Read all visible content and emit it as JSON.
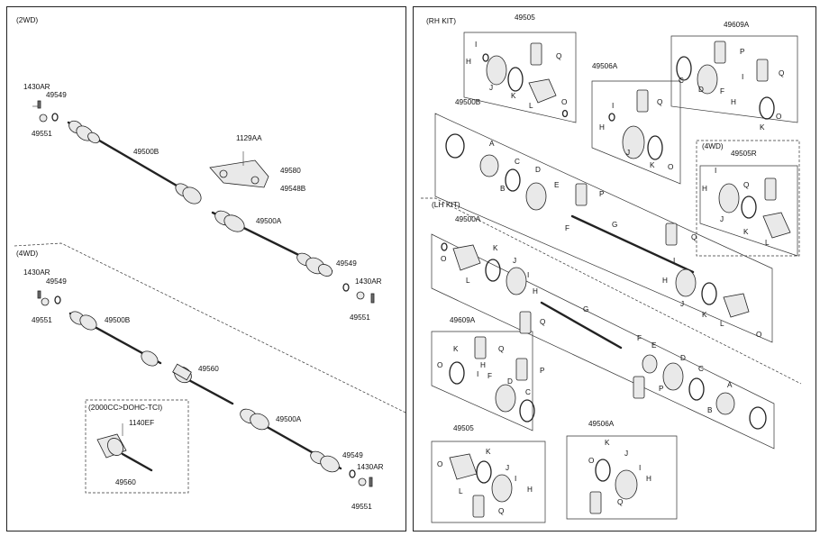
{
  "left_panel": {
    "section_2wd": "(2WD)",
    "section_4wd": "(4WD)",
    "subsection_tci": "(2000CC>DOHC-TCI)",
    "labels_2wd": {
      "nut": "1430AR",
      "washer": "49549",
      "lock_nut": "49551",
      "shaft_b": "49500B",
      "bolt": "1129AA",
      "bracket_bolt": "49580",
      "bracket": "49548B",
      "shaft_a": "49500A",
      "washer_r": "49549",
      "nut_r": "1430AR",
      "lock_nut_r": "49551"
    },
    "labels_4wd": {
      "nut": "1430AR",
      "washer": "49549",
      "lock_nut": "49551",
      "shaft_b": "49500B",
      "inner_shaft": "49560",
      "shaft_a": "49500A",
      "washer_r": "49549",
      "nut_r": "1430AR",
      "lock_nut_r": "49551",
      "tci_bolt": "1140EF",
      "tci_shaft": "49560"
    }
  },
  "right_panel": {
    "rh_kit": "(RH KIT)",
    "lh_kit": "(LH KIT)",
    "kit_4wd": "(4WD)",
    "part_numbers": {
      "rh_49505": "49505",
      "rh_49609A": "49609A",
      "rh_49506A": "49506A",
      "rh_49500B": "49500B",
      "rh_49505R": "49505R",
      "lh_49500A": "49500A",
      "lh_49609A": "49609A",
      "lh_49505": "49505",
      "lh_49506A": "49506A"
    },
    "letters": {
      "A": "A",
      "B": "B",
      "C": "C",
      "D": "D",
      "E": "E",
      "F": "F",
      "G": "G",
      "H": "H",
      "I": "I",
      "J": "J",
      "K": "K",
      "L": "L",
      "O": "O",
      "P": "P",
      "Q": "Q"
    }
  }
}
